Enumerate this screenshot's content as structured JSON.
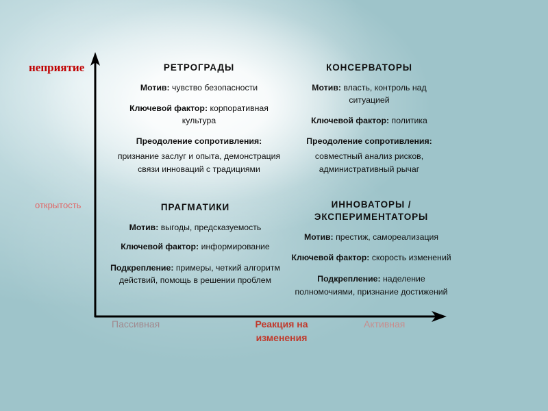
{
  "slide": {
    "background_color": "#9ec4ca",
    "highlight_color": "#ffffff"
  },
  "axes": {
    "vertical": {
      "top_label": "неприятие",
      "top_label_color": "#c00000",
      "bottom_label": "открытость",
      "bottom_label_color": "#e06666"
    },
    "horizontal": {
      "left_label": "Пассивная",
      "left_label_color": "#a08a8f",
      "right_label": "Активная",
      "right_label_color": "#c78d8d",
      "center_label": "Реакция на изменения",
      "center_label_color": "#c0392b"
    }
  },
  "quadrants": [
    {
      "id": "top-left",
      "title": "РЕТРОГРАДЫ",
      "rows": [
        {
          "label": "Мотив:",
          "value": "чувство безопасности"
        },
        {
          "label": "Ключевой фактор:",
          "value": "корпоративная культура"
        }
      ],
      "block": {
        "heading": "Преодоление сопротивления:",
        "text": "признание заслуг и опыта, демонстрация связи инноваций с традициями"
      }
    },
    {
      "id": "top-right",
      "title": "КОНСЕРВАТОРЫ",
      "rows": [
        {
          "label": "Мотив:",
          "value": "власть, контроль над ситуацией"
        },
        {
          "label": "Ключевой фактор:",
          "value": "политика"
        }
      ],
      "block": {
        "heading": "Преодоление сопротивления:",
        "text": "совместный анализ рисков, административный рычаг"
      }
    },
    {
      "id": "bottom-left",
      "title": "ПРАГМАТИКИ",
      "rows": [
        {
          "label": "Мотив:",
          "value": "выгоды, предсказуемость"
        },
        {
          "label": "Ключевой фактор:",
          "value": "информирование"
        }
      ],
      "block": {
        "heading": "Подкрепление:",
        "text": "примеры, четкий алгоритм действий, помощь в решении проблем",
        "inline": true
      }
    },
    {
      "id": "bottom-right",
      "title": "ИННОВАТОРЫ / ЭКСПЕРИМЕНТАТОРЫ",
      "rows": [
        {
          "label": "Мотив:",
          "value": "престиж, самореализация"
        },
        {
          "label": "Ключевой фактор:",
          "value": "скорость изменений"
        }
      ],
      "block": {
        "heading": "Подкрепление:",
        "text": "наделение полномочиями, признание достижений",
        "inline": true
      }
    }
  ]
}
